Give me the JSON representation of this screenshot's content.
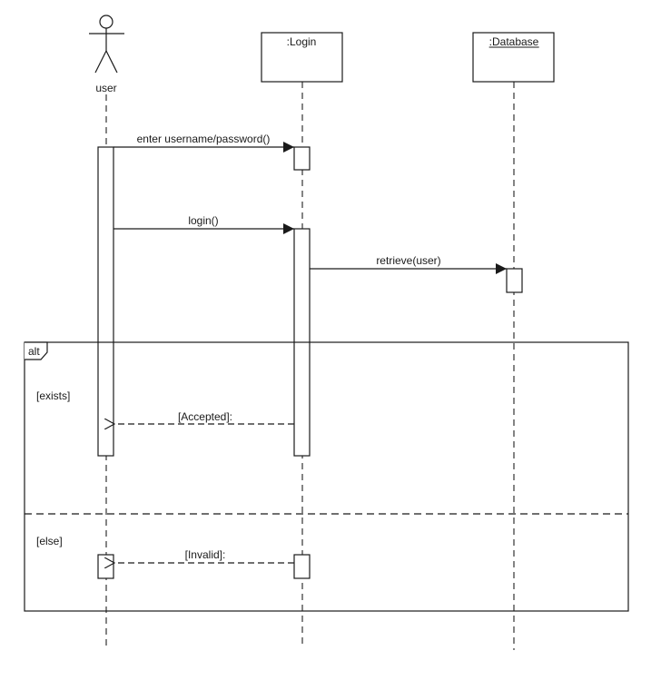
{
  "diagram": {
    "type": "UML sequence diagram",
    "participants": [
      {
        "id": "user",
        "label": "user",
        "kind": "actor"
      },
      {
        "id": "login",
        "label": ":Login",
        "kind": "object",
        "underlined": false
      },
      {
        "id": "database",
        "label": ":Database",
        "kind": "object",
        "underlined": true
      }
    ],
    "messages": [
      {
        "label": "enter username/password()",
        "from": "user",
        "to": "login",
        "style": "sync"
      },
      {
        "label": "login()",
        "from": "user",
        "to": "login",
        "style": "sync"
      },
      {
        "label": "retrieve(user)",
        "from": "login",
        "to": "database",
        "style": "sync"
      },
      {
        "label": "[Accepted]:",
        "from": "login",
        "to": "user",
        "style": "return"
      },
      {
        "label": "[Invalid]:",
        "from": "login",
        "to": "user",
        "style": "return"
      }
    ],
    "fragment": {
      "operator": "alt",
      "guards": [
        "[exists]",
        "[else]"
      ]
    }
  },
  "colors": {
    "line": "#1a1a1a",
    "background": "#ffffff"
  }
}
